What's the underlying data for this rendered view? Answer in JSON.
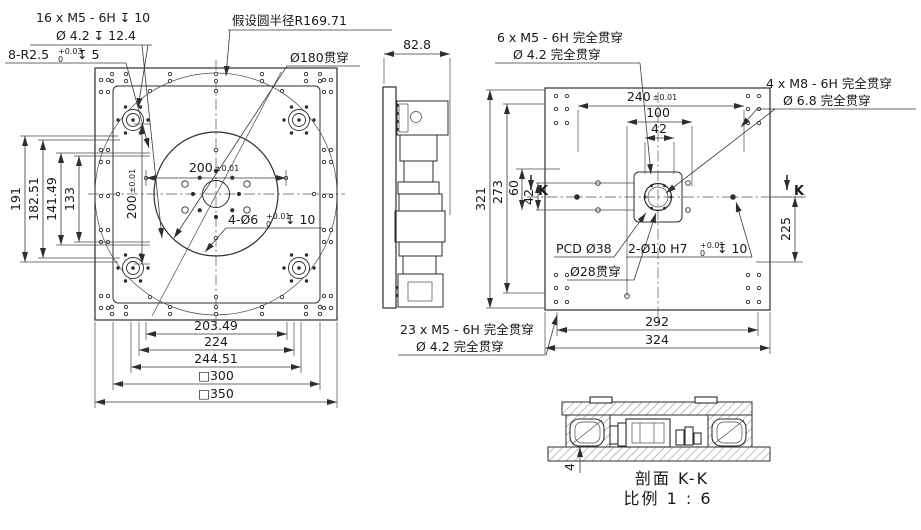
{
  "colors": {
    "line": "#2e2e2e",
    "text": "#191919",
    "background": "#ffffff"
  },
  "views": {
    "top": {
      "callouts": {
        "m5_line1": "16 x M5 - 6H ↧ 10",
        "m5_line2": "Ø 4.2 ↧ 12.4",
        "r25_main": "8-R2.5",
        "r25_tol_top": "+0.03",
        "r25_tol_bot": "0",
        "r25_suffix": "↧ 5",
        "assumed_radius": "假设圆半径R169.71",
        "d180": "Ø180贯穿",
        "d6_main": "4-Ø6",
        "d6_tol_top": "+0.01",
        "d6_tol_bot": "0",
        "d6_suffix": "↧ 10"
      },
      "dims": {
        "v191": "191",
        "v18251": "182.51",
        "v14149": "141.49",
        "v133": "133",
        "h200_val": "200",
        "h200_tol": "±0.01",
        "v200_val": "200",
        "v200_tol": "±0.01",
        "b20349": "203.49",
        "b224": "224",
        "b24451": "244.51",
        "b300": "□300",
        "b350": "□350"
      }
    },
    "side": {
      "dims": {
        "w828": "82.8"
      }
    },
    "bottom": {
      "callouts": {
        "m5top_line1": "6 x M5 - 6H 完全贯穿",
        "m5top_line2": "Ø 4.2 完全贯穿",
        "m8_line1": "4 x M8 - 6H 完全贯穿",
        "m8_line2": "Ø 6.8 完全贯穿",
        "m5bot_line1": "23 x M5 - 6H 完全贯穿",
        "m5bot_line2": "Ø 4.2 完全贯穿",
        "pcd": "PCD Ø38",
        "d28": "Ø28贯穿",
        "dowel_main": "2-Ø10 H7",
        "dowel_tol_top": "+0.01",
        "dowel_tol_bot": "0",
        "dowel_suffix": "↧ 10"
      },
      "dims": {
        "h240_val": "240",
        "h240_tol": "±0.01",
        "h100": "100",
        "h42": "42",
        "v321": "321",
        "v273": "273",
        "v60": "60",
        "v42": "42",
        "v225": "225",
        "b292": "292",
        "b324": "324",
        "k": "K"
      }
    },
    "section": {
      "title": "剖面 K-K",
      "scale": "比例 1 : 6",
      "dim4": "4"
    }
  }
}
